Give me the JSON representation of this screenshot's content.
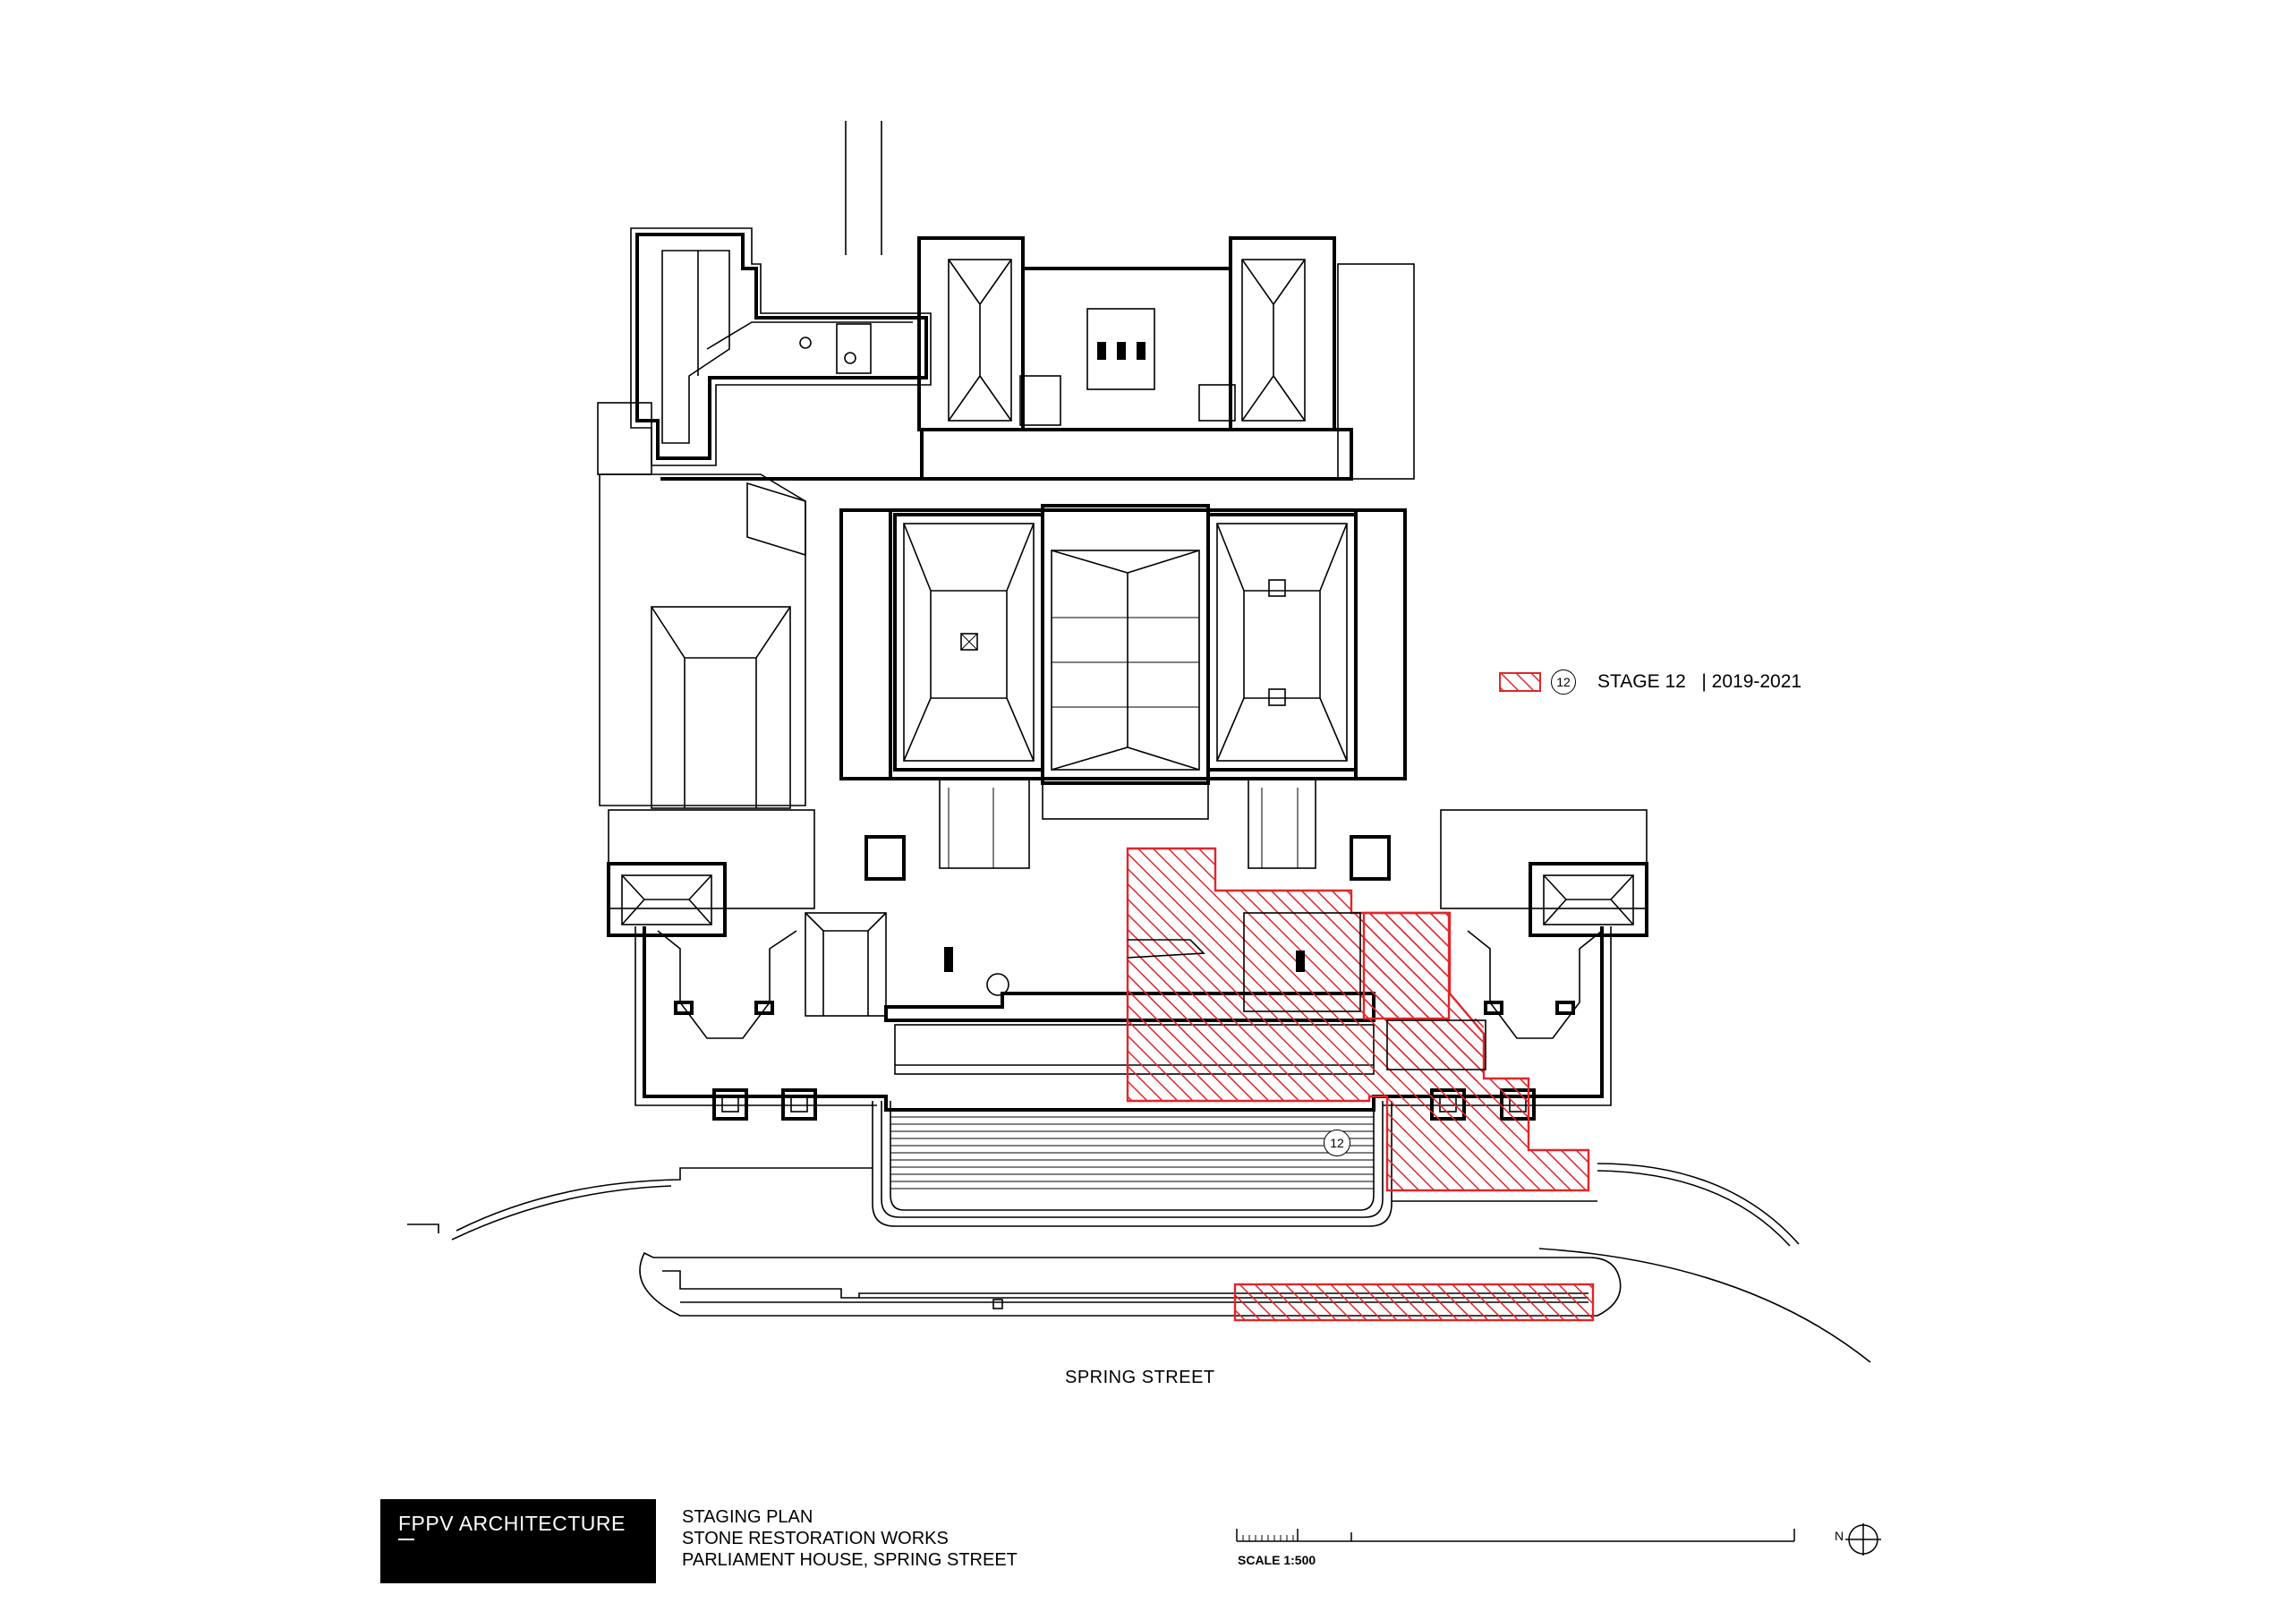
{
  "legend": {
    "stage_number": "12",
    "stage_label": "STAGE 12",
    "separator": "|",
    "period": "2019-2021",
    "hatch_color": "#e0262b"
  },
  "plan": {
    "street_label": "SPRING STREET",
    "callout_number": "12"
  },
  "title_block": {
    "firm": "FPPV  ARCHITECTURE",
    "project_lines": [
      "STAGING PLAN",
      "STONE RESTORATION WORKS",
      "PARLIAMENT HOUSE, SPRING STREET"
    ],
    "scale": "SCALE 1:500",
    "north_label": "N"
  }
}
